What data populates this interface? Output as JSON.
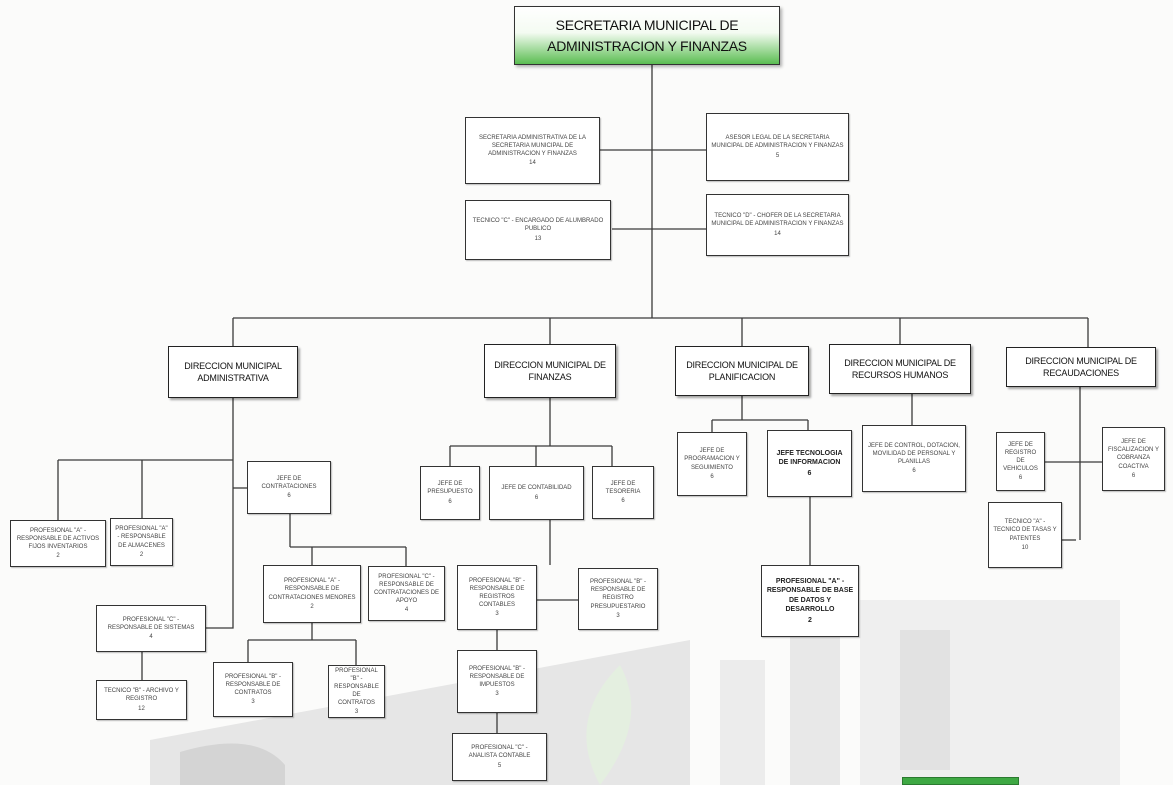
{
  "colors": {
    "accent_green": "#5bbd52",
    "line": "#3a3a3a",
    "badge": "#3ea843"
  },
  "top": {
    "line1": "SECRETARIA MUNICIPAL DE",
    "line2": "ADMINISTRACION Y FINANZAS"
  },
  "staff": {
    "secretaria": {
      "text": "SECRETARIA ADMINISTRATIVA DE LA SECRETARIA MUNICIPAL DE ADMINISTRACION Y FINANZAS",
      "code": "14"
    },
    "asesor": {
      "text": "ASESOR LEGAL DE LA SECRETARIA MUNICIPAL DE ADMINISTRACION Y FINANZAS",
      "code": "5"
    },
    "tecnico_c": {
      "text": "TECNICO \"C\" - ENCARGADO DE ALUMBRADO PUBLICO",
      "code": "13"
    },
    "tecnico_d": {
      "text": "TECNICO \"D\" - CHOFER DE LA SECRETARIA MUNICIPAL DE ADMINISTRACION Y FINANZAS",
      "code": "14"
    }
  },
  "directorates": {
    "administrativa": "DIRECCION MUNICIPAL ADMINISTRATIVA",
    "finanzas": "DIRECCION MUNICIPAL DE FINANZAS",
    "planificacion": "DIRECCION MUNICIPAL DE PLANIFICACION",
    "rrhh": "DIRECCION MUNICIPAL DE RECURSOS HUMANOS",
    "recaudaciones": "DIRECCION MUNICIPAL DE RECAUDACIONES"
  },
  "admin": {
    "prof_inventarios": {
      "text": "PROFESIONAL \"A\" - RESPONSABLE DE ACTIVOS FIJOS INVENTARIOS",
      "code": "2"
    },
    "prof_almacenes": {
      "text": "PROFESIONAL \"A\" - RESPONSABLE DE ALMACENES",
      "code": "2"
    },
    "jefe_contrataciones": {
      "text": "JEFE DE CONTRATACIONES",
      "code": "6"
    },
    "prof_contrataciones_menores": {
      "text": "PROFESIONAL \"A\" - RESPONSABLE DE CONTRATACIONES MENORES",
      "code": "2"
    },
    "prof_apoyo": {
      "text": "PROFESIONAL \"C\" - RESPONSABLE DE CONTRATACIONES DE APOYO",
      "code": "4"
    },
    "prof_sistemas": {
      "text": "PROFESIONAL \"C\" - RESPONSABLE DE SISTEMAS",
      "code": "4"
    },
    "tecnico_archivo": {
      "text": "TECNICO \"B\" - ARCHIVO Y REGISTRO",
      "code": "12"
    },
    "prof_contratos_a": {
      "text": "PROFESIONAL \"B\" - RESPONSABLE DE CONTRATOS",
      "code": "3"
    },
    "prof_contratos_b": {
      "text": "PROFESIONAL \"B\" - RESPONSABLE DE CONTRATOS",
      "code": "3"
    }
  },
  "finanzas": {
    "jefe_presupuesto": {
      "text": "JEFE DE PRESUPUESTO",
      "code": "6"
    },
    "jefe_contabilidad": {
      "text": "JEFE DE CONTABILIDAD",
      "code": "6"
    },
    "jefe_tesoreria": {
      "text": "JEFE DE TESORERIA",
      "code": "6"
    },
    "prof_contables": {
      "text": "PROFESIONAL \"B\" - RESPONSABLE DE REGISTROS CONTABLES",
      "code": "3"
    },
    "prof_presupuestario": {
      "text": "PROFESIONAL \"B\" - RESPONSABLE DE REGISTRO PRESUPUESTARIO",
      "code": "3"
    },
    "prof_impuestos": {
      "text": "PROFESIONAL \"B\" - RESPONSABLE DE IMPUESTOS",
      "code": "3"
    },
    "prof_analista": {
      "text": "PROFESIONAL \"C\" - ANALISTA CONTABLE",
      "code": "5"
    }
  },
  "planificacion": {
    "jefe_programacion": {
      "text": "JEFE DE PROGRAMACION Y SEGUIMIENTO",
      "code": "6"
    },
    "jefe_tecnologia": {
      "text": "JEFE TECNOLOGIA DE INFORMACION",
      "code": "6"
    },
    "prof_base_datos": {
      "text": "PROFESIONAL \"A\" - RESPONSABLE DE BASE DE DATOS Y DESARROLLO",
      "code": "2"
    }
  },
  "rrhh": {
    "jefe_control": {
      "text": "JEFE DE CONTROL, DOTACION, MOVILIDAD DE PERSONAL Y PLANILLAS",
      "code": "6"
    }
  },
  "recaudaciones": {
    "jefe_vehiculos": {
      "text": "JEFE DE REGISTRO DE VEHICULOS",
      "code": "6"
    },
    "jefe_fiscalizacion": {
      "text": "JEFE DE FISCALIZACION Y COBRANZA COACTIVA",
      "code": "6"
    },
    "tecnico_tasas": {
      "text": "TECNICO \"A\" - TECNICO DE TASAS Y PATENTES",
      "code": "10"
    }
  }
}
